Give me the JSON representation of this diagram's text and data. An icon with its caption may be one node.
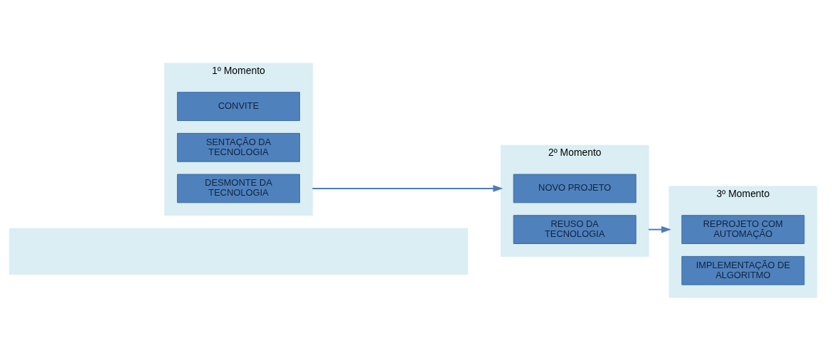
{
  "diagram": {
    "nodes": [
      {
        "text": [],
        "shape": "box"
      },
      {
        "text": [
          "1º Momento"
        ]
      },
      {
        "text": [
          "CONVITE"
        ],
        "in": 1
      },
      {
        "text": [
          "SENTAÇÃO DA TECNOLOGIA"
        ],
        "in": 1
      },
      {
        "text": [
          "DESMONTE DA TECNOLOGIA"
        ],
        "in": 1
      },
      {
        "text": [
          "2º Momento"
        ]
      },
      {
        "text": [
          "NOVO PROJETO"
        ],
        "in": 5
      },
      {
        "text": [
          "REUSO DA TECNOLOGIA"
        ],
        "in": 5
      },
      {
        "text": [
          "3º Momento"
        ]
      },
      {
        "text": [
          "REPROJETO COM AUTOMAÇÃO"
        ],
        "in": 8
      },
      {
        "text": [
          "IMPLEMENTAÇÃO DE ALGORITMO"
        ],
        "in": 8
      }
    ],
    "edges": [
      {
        "from": 1,
        "to": 5,
        "arrow": "to"
      },
      {
        "from": 5,
        "to": 8,
        "arrow": "to"
      }
    ]
  }
}
